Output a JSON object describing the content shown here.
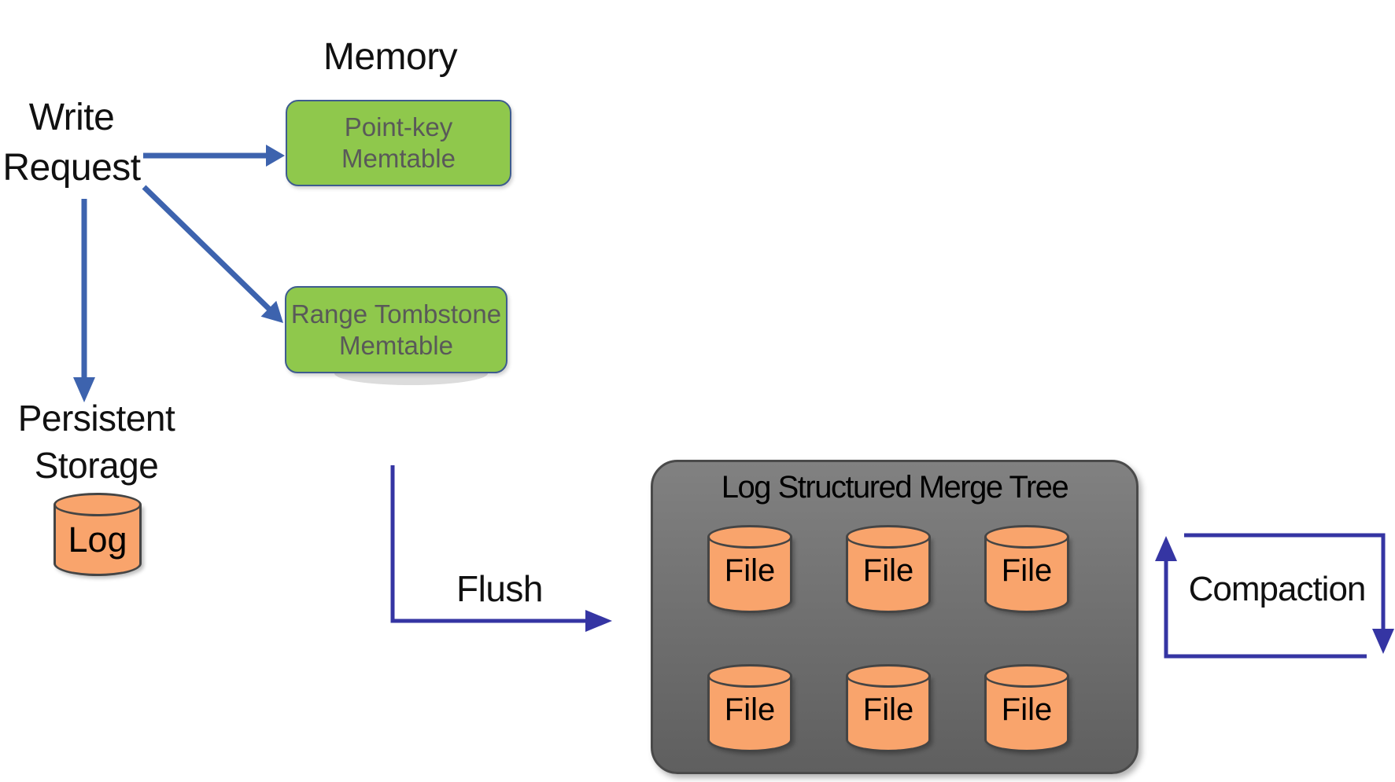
{
  "labels": {
    "memory": "Memory",
    "write_request": [
      "Write",
      "Request"
    ],
    "persistent_storage": [
      "Persistent",
      "Storage"
    ],
    "log": "Log",
    "flush": "Flush",
    "compaction": "Compaction",
    "lsm_title": "Log Structured Merge Tree"
  },
  "memtables": [
    {
      "line1": "Point-key",
      "line2": "Memtable"
    },
    {
      "line1": "Range Tombstone",
      "line2": "Memtable"
    }
  ],
  "files": [
    "File",
    "File",
    "File",
    "File",
    "File",
    "File"
  ],
  "colors": {
    "background": "#ffffff",
    "arrow_blue": "#3d63ae",
    "arrow_indigo": "#3535a3",
    "memtable_fill": "#8fc84c",
    "memtable_border": "#3e5c8f",
    "memtable_text": "#595959",
    "cylinder_fill": "#f9a46c",
    "cylinder_border": "#454545",
    "lsm_fill_top": "#818181",
    "lsm_fill_bottom": "#5f5f5f",
    "lsm_border": "#4a4a4a",
    "text_black": "#111111"
  }
}
